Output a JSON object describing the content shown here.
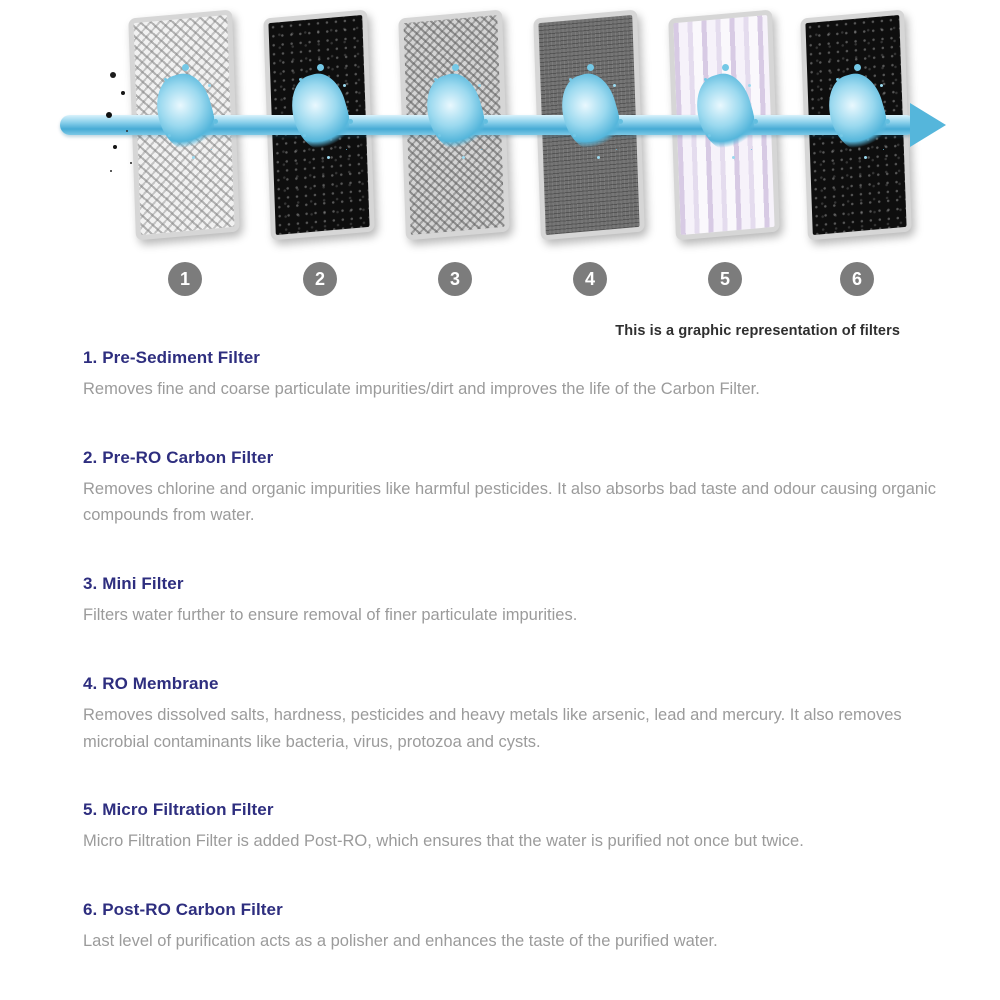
{
  "diagram": {
    "caption": "This is a graphic representation of filters",
    "filters": [
      {
        "number": "1",
        "id": "pre-sediment-filter"
      },
      {
        "number": "2",
        "id": "pre-ro-carbon-filter"
      },
      {
        "number": "3",
        "id": "mini-filter"
      },
      {
        "number": "4",
        "id": "ro-membrane"
      },
      {
        "number": "5",
        "id": "micro-filtration-filter"
      },
      {
        "number": "6",
        "id": "post-ro-carbon-filter"
      }
    ]
  },
  "sections": [
    {
      "heading": "1. Pre-Sediment Filter",
      "body": "Removes fine and coarse particulate impurities/dirt and improves the life of the Carbon Filter."
    },
    {
      "heading": "2. Pre-RO Carbon Filter",
      "body": "Removes chlorine and organic impurities like harmful pesticides. It also absorbs bad taste and odour causing organic compounds from water."
    },
    {
      "heading": "3. Mini Filter",
      "body": "Filters water further to ensure removal of finer particulate impurities."
    },
    {
      "heading": "4. RO Membrane",
      "body": "Removes dissolved salts, hardness, pesticides and heavy metals like arsenic, lead and mercury. It also removes microbial contaminants like bacteria, virus, protozoa and cysts."
    },
    {
      "heading": "5. Micro Filtration Filter",
      "body": "Micro Filtration Filter is added Post-RO, which ensures that the water is purified not once but twice."
    },
    {
      "heading": "6. Post-RO Carbon Filter",
      "body": "Last level of purification acts as a polisher and enhances the taste of the purified water."
    }
  ],
  "colors": {
    "heading": "#2e2e7f",
    "body_text": "#9b9b9b",
    "water": "#55b6db",
    "badge": "#7c7c7c"
  }
}
